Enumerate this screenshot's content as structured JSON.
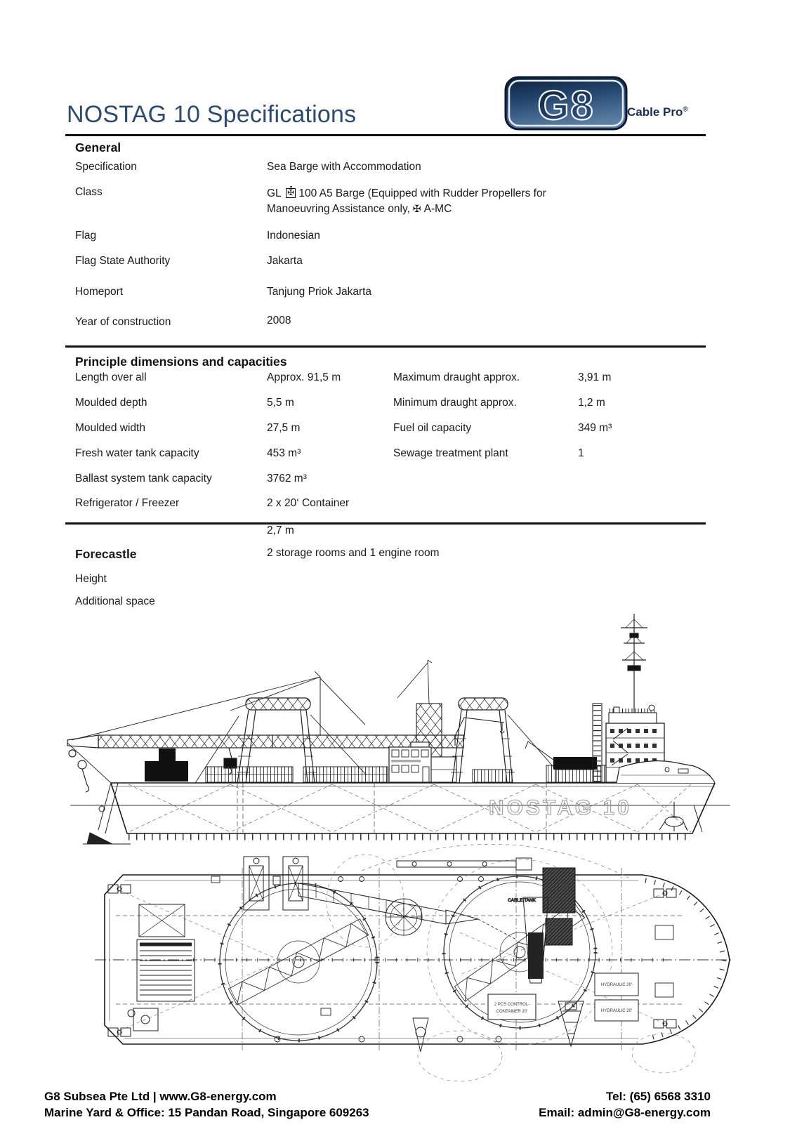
{
  "header": {
    "title": "NOSTAG 10 Specifications",
    "logo_text": "G8",
    "logo_tagline": "Cable Pro",
    "logo_reg": "®"
  },
  "general": {
    "heading": "General",
    "rows": [
      {
        "label": "Specification",
        "value": "Sea Barge with Accommodation"
      },
      {
        "label": "Flag",
        "value": "Indonesian"
      },
      {
        "label": "Flag State Authority",
        "value": "Jakarta"
      },
      {
        "label": "Homeport",
        "value": "Tanjung Priok Jakarta"
      },
      {
        "label": "Year of construction",
        "value": "2008"
      }
    ],
    "class_row": {
      "label": "Class",
      "part1": "GL",
      "symbol_boxed_cross": "✠",
      "part2": "100 A5 Barge (Equipped with Rudder Propellers for",
      "part3": "Manoeuvring Assistance only,",
      "symbol_cross": "✠",
      "part4": "A-MC"
    }
  },
  "dimensions": {
    "heading": "Principle dimensions and capacities",
    "rows": [
      {
        "l1": "Length over all",
        "v1": "Approx. 91,5 m",
        "l2": "Maximum draught approx.",
        "v2": "3,91 m"
      },
      {
        "l1": "Moulded depth",
        "v1": "5,5 m",
        "l2": "Minimum draught approx.",
        "v2": "1,2 m"
      },
      {
        "l1": "Moulded width",
        "v1": "27,5 m",
        "l2": "Fuel oil capacity",
        "v2": "349 m³"
      },
      {
        "l1": "Fresh water tank capacity",
        "v1": "453 m³",
        "l2": "Sewage treatment plant",
        "v2": "1"
      },
      {
        "l1": "Ballast system tank capacity",
        "v1": "3762 m³",
        "l2": "",
        "v2": ""
      },
      {
        "l1": "Refrigerator / Freezer",
        "v1": "2 x 20‘ Container",
        "l2": "",
        "v2": ""
      }
    ]
  },
  "forecastle": {
    "orphan_value": "2,7 m",
    "heading": "Forecastle",
    "value": "2 storage rooms and 1 engine room",
    "height_label": "Height",
    "additional_label": "Additional space"
  },
  "drawings": {
    "vessel_name": "NOSTAG 10",
    "plan_labels": {
      "cable_tank": "CABLE TANK",
      "control_line1": "2 PCS CONTROL-",
      "control_line2": "CONTAINER 20'",
      "hydraulic1": "HYDRAULIC 20'",
      "hydraulic2": "HYDRAULIC 20'"
    }
  },
  "footer": {
    "company": "G8 Subsea Pte Ltd | www.G8-energy.com",
    "address": "Marine Yard & Office: 15 Pandan Road, Singapore 609263",
    "tel": "Tel: (65) 6568 3310",
    "email": "Email: admin@G8-energy.com"
  }
}
